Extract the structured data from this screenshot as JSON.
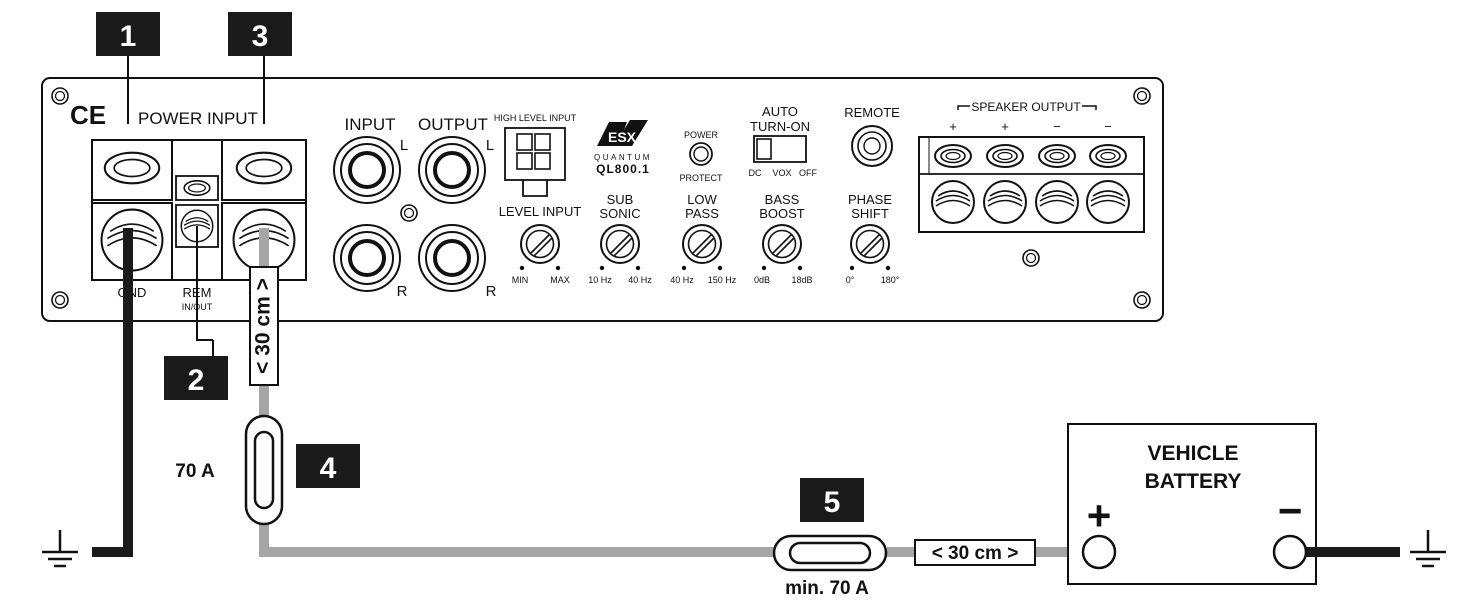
{
  "amplifier": {
    "ce_mark": "CE",
    "power_input_label": "POWER INPUT",
    "gnd_label": "GND",
    "rem_label": "REM",
    "rem_sub_label": "IN/OUT",
    "plus_label": "+",
    "input_label": "INPUT",
    "output_label": "OUTPUT",
    "left_label": "L",
    "right_label": "R",
    "high_level_input_label": "HIGH LEVEL INPUT",
    "brand_logo": "ESX",
    "brand_series": "QUANTUM",
    "model": "QL800.1",
    "power_led_label": "POWER",
    "protect_label": "PROTECT",
    "auto_turn_on_line1": "AUTO",
    "auto_turn_on_line2": "TURN-ON",
    "switch_dc": "DC",
    "switch_vox": "VOX",
    "switch_off": "OFF",
    "remote_label": "REMOTE",
    "speaker_output_label": "SPEAKER OUTPUT",
    "speaker_polarity": [
      "+",
      "+",
      "−",
      "−"
    ],
    "knobs": [
      {
        "label_lines": [
          "LEVEL INPUT"
        ],
        "min": "MIN",
        "max": "MAX"
      },
      {
        "label_lines": [
          "SUB",
          "SONIC"
        ],
        "min": "10 Hz",
        "max": "40 Hz"
      },
      {
        "label_lines": [
          "LOW",
          "PASS"
        ],
        "min": "40 Hz",
        "max": "150 Hz"
      },
      {
        "label_lines": [
          "BASS",
          "BOOST"
        ],
        "min": "0dB",
        "max": "18dB"
      },
      {
        "label_lines": [
          "PHASE",
          "SHIFT"
        ],
        "min": "0°",
        "max": "180°"
      }
    ]
  },
  "callouts": [
    "1",
    "2",
    "3",
    "4",
    "5"
  ],
  "fuse_amp_label": "70 A",
  "fuse_battery_label": "min. 70 A",
  "distance_vertical": "< 30 cm >",
  "distance_horizontal": "< 30 cm >",
  "battery": {
    "title_line1": "VEHICLE",
    "title_line2": "BATTERY",
    "plus": "+",
    "minus": "−"
  },
  "colors": {
    "power_cable": "#a6a6a6",
    "ground_cable": "#1a1a1a",
    "callout_bg": "#1a1a1a",
    "callout_text": "#ffffff"
  }
}
